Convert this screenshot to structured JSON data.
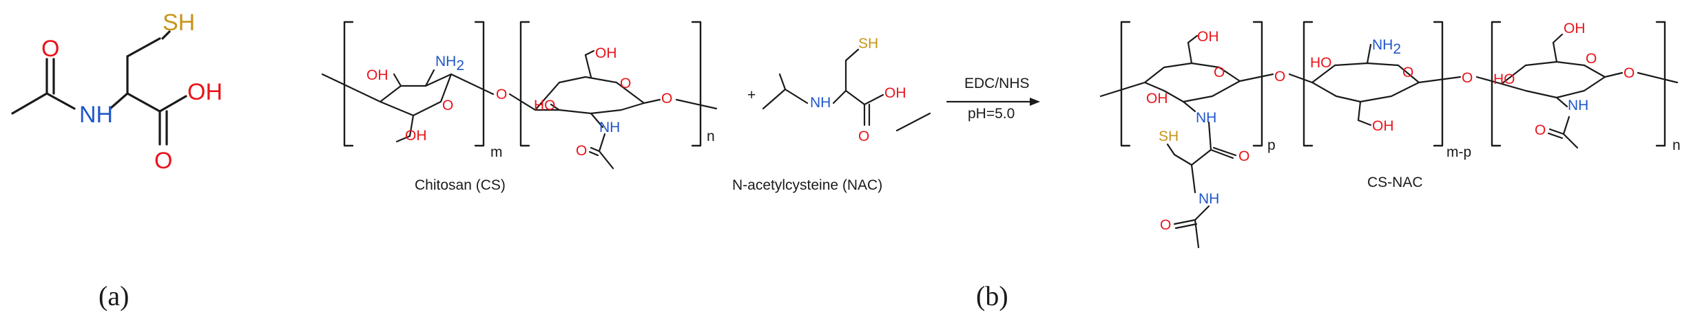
{
  "panel_a": {
    "label_open": "(",
    "label_letter": "a",
    "label_close": ")",
    "atoms": {
      "o_carbonyl": "O",
      "nh": "NH",
      "sh": "SH",
      "oh": "OH",
      "o_acid": "O"
    },
    "colors": {
      "oxygen": "#e8141b",
      "nitrogen": "#1f57c8",
      "sulfur": "#c8951a"
    }
  },
  "panel_b": {
    "label_open": "(",
    "label_letter": "b",
    "label_close": ")",
    "reactant_captions": {
      "chitosan": "Chitosan (CS)",
      "nac": "N-acetylcysteine (NAC)",
      "product": "CS-NAC"
    },
    "chitosan": {
      "unit1": {
        "oh": "OH",
        "nh2": "NH",
        "nh2_sub": "2",
        "ring_o": "O",
        "ch2oh": "OH"
      },
      "link_o": "O",
      "unit2": {
        "ch2oh": "OH",
        "ring_o": "O",
        "oh": "HO",
        "nh": "NH",
        "acetyl_o": "O",
        "end_o": "O"
      },
      "subscript_m": "m",
      "subscript_n": "n"
    },
    "plus": "+",
    "nac": {
      "sh": "SH",
      "nh": "NH",
      "oh": "OH",
      "acid_o": "O"
    },
    "reaction": {
      "reagent": "EDC/NHS",
      "condition": "pH=5.0"
    },
    "product": {
      "unit1": {
        "ch2oh": "OH",
        "ring_o": "O",
        "oh": "OH",
        "nh": "NH",
        "amide_o": "O",
        "sh": "SH",
        "nh2": "NH",
        "acetyl_o": "O"
      },
      "link_o1": "O",
      "unit2": {
        "oh": "HO",
        "nh2": "NH",
        "nh2_sub": "2",
        "ring_o": "O",
        "ch2oh": "OH"
      },
      "link_o2": "O",
      "unit3": {
        "ch2oh": "OH",
        "ring_o": "O",
        "oh": "HO",
        "nh": "NH",
        "acetyl_o": "O",
        "end_o": "O"
      },
      "subscript_p": "p",
      "subscript_mp": "m-p",
      "subscript_n": "n"
    }
  }
}
